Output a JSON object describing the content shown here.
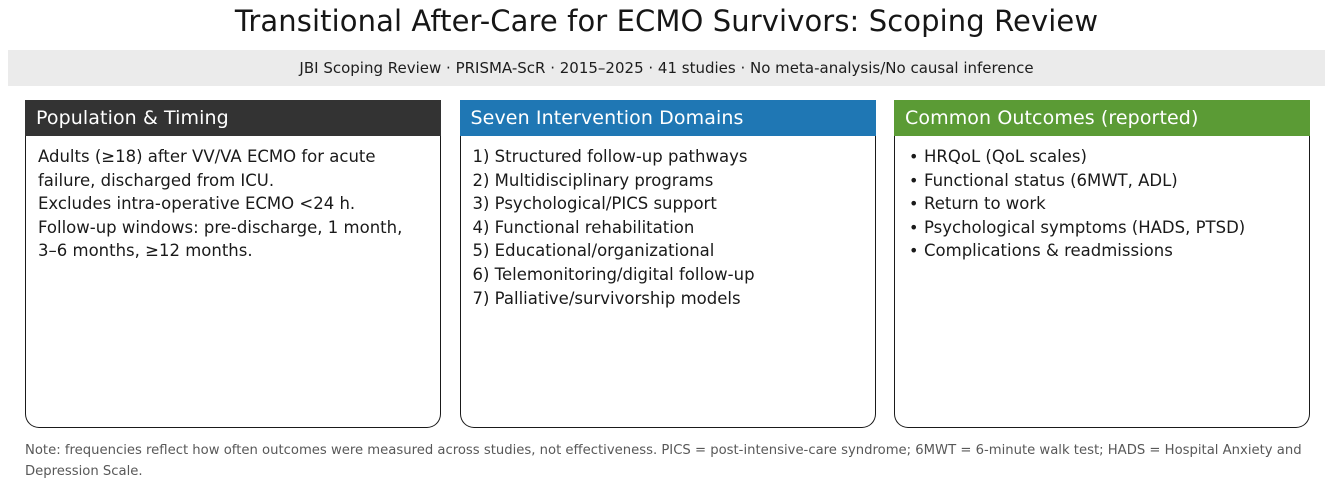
{
  "title": "Transitional After-Care for ECMO Survivors: Scoping Review",
  "subtitle": "JBI Scoping Review · PRISMA-ScR · 2015–2025 · 41 studies · No meta-analysis/No causal inference",
  "colors": {
    "panel1_header": "#333333",
    "panel2_header": "#1f77b4",
    "panel3_header": "#5b9b35",
    "subtitle_band": "#ebebeb",
    "panel_border": "#1a1a1a",
    "body_text": "#1a1a1a",
    "footnote_text": "#585858"
  },
  "panels": [
    {
      "header": "Population & Timing",
      "lines": [
        "Adults (≥18) after VV/VA ECMO for acute",
        "failure, discharged from ICU.",
        "Excludes intra-operative ECMO <24 h.",
        "Follow-up windows: pre-discharge, 1 month,",
        "3–6 months, ≥12 months."
      ]
    },
    {
      "header": "Seven Intervention Domains",
      "items": [
        "1) Structured follow-up pathways",
        "2) Multidisciplinary programs",
        "3) Psychological/PICS support",
        "4) Functional rehabilitation",
        "5) Educational/organizational",
        "6) Telemonitoring/digital follow-up",
        "7) Palliative/survivorship models"
      ]
    },
    {
      "header": "Common Outcomes (reported)",
      "items": [
        "HRQoL (QoL scales)",
        "Functional status (6MWT, ADL)",
        "Return to work",
        "Psychological symptoms (HADS, PTSD)",
        "Complications & readmissions"
      ]
    }
  ],
  "footnote": "Note: frequencies reflect how often outcomes were measured across studies, not effectiveness. PICS = post-intensive-care syndrome; 6MWT = 6-minute walk test; HADS = Hospital Anxiety and Depression Scale."
}
